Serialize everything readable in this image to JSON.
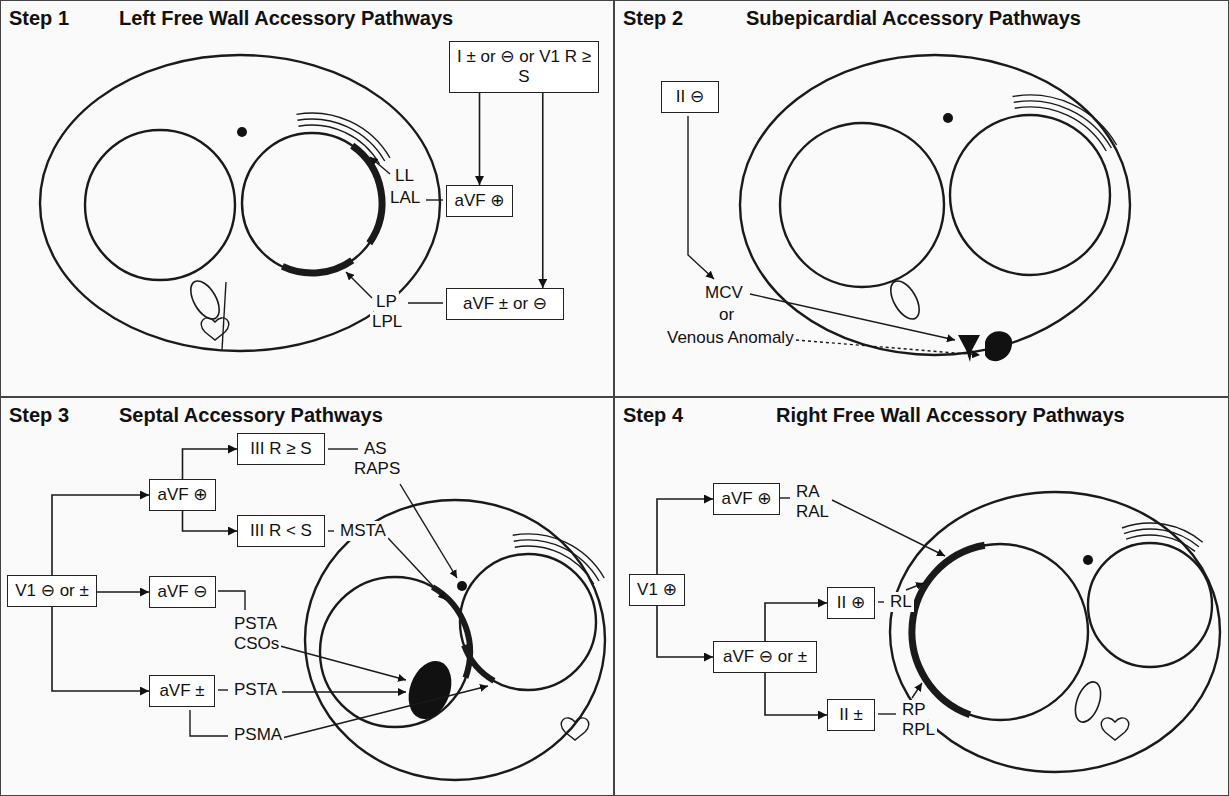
{
  "diagram": {
    "nodes": [
      {
        "text": [
          "Step 1",
          "Left Free Wall Accessory Pathways"
        ]
      },
      {
        "text": [
          "I ± or ⊖ or V1 R ≥ S"
        ],
        "in": 0
      },
      {
        "text": [
          "aVF ⊕"
        ],
        "in": 0
      },
      {
        "text": [
          "aVF ± or ⊖"
        ],
        "in": 0
      },
      {
        "text": [
          "Step 2",
          "Subepicardial Accessory Pathways"
        ]
      },
      {
        "text": [
          "II ⊖"
        ],
        "in": 4
      },
      {
        "text": [
          "Step 3",
          "Septal Accessory Pathways"
        ]
      },
      {
        "text": [
          "V1 ⊖ or ±"
        ],
        "in": 6
      },
      {
        "text": [
          "aVF ⊕"
        ],
        "in": 6
      },
      {
        "text": [
          "III R ≥ S"
        ],
        "in": 6
      },
      {
        "text": [
          "III R < S"
        ],
        "in": 6
      },
      {
        "text": [
          "aVF ⊖"
        ],
        "in": 6
      },
      {
        "text": [
          "aVF ±"
        ],
        "in": 6
      },
      {
        "text": [
          "Step 4",
          "Right Free Wall Accessory Pathways"
        ]
      },
      {
        "text": [
          "V1 ⊕"
        ],
        "in": 13
      },
      {
        "text": [
          "aVF ⊕"
        ],
        "in": 13
      },
      {
        "text": [
          "aVF ⊖ or ±"
        ],
        "in": 13
      },
      {
        "text": [
          "II ⊕"
        ],
        "in": 13
      },
      {
        "text": [
          "II ±"
        ],
        "in": 13
      }
    ],
    "edges": [
      {
        "from": 1,
        "to": 2,
        "arrow": "to"
      },
      {
        "from": 1,
        "to": 3,
        "arrow": "to"
      },
      {
        "from": 7,
        "to": 8,
        "arrow": "to"
      },
      {
        "from": 7,
        "to": 11,
        "arrow": "to"
      },
      {
        "from": 7,
        "to": 12,
        "arrow": "to"
      },
      {
        "from": 8,
        "to": 9,
        "arrow": "to"
      },
      {
        "from": 8,
        "to": 10,
        "arrow": "to"
      },
      {
        "from": 14,
        "to": 15,
        "arrow": "to"
      },
      {
        "from": 14,
        "to": 16,
        "arrow": "to"
      },
      {
        "from": 16,
        "to": 17,
        "arrow": "to"
      },
      {
        "from": 16,
        "to": 18,
        "arrow": "to"
      }
    ],
    "labels": [
      "LL",
      "LAL",
      "LP",
      "LPL",
      "MCV",
      "or",
      "Venous Anomaly",
      "AS",
      "RAPS",
      "MSTA",
      "PSTA",
      "CSOs",
      "PSTA",
      "PSMA",
      "RA",
      "RAL",
      "RL",
      "RP",
      "RPL"
    ]
  }
}
